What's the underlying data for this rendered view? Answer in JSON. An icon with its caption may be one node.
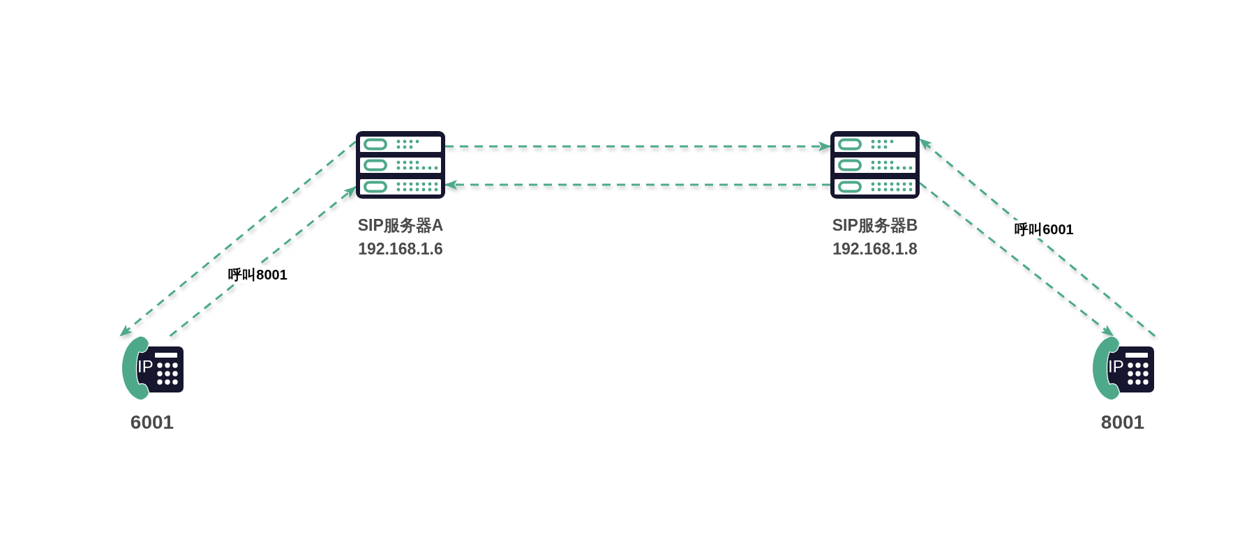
{
  "diagram": {
    "nodes": [
      {
        "text": [
          "SIP服务器A",
          "192.168.1.6"
        ]
      },
      {
        "text": [
          "SIP服务器B",
          "192.168.1.8"
        ]
      },
      {
        "text": [
          "6001"
        ]
      },
      {
        "text": [
          "8001"
        ]
      }
    ],
    "edges": [
      {
        "from": 0,
        "to": 2,
        "arrow": "to",
        "style": "dashed"
      },
      {
        "from": 2,
        "to": 0,
        "arrow": "to",
        "style": "dashed",
        "label": "呼叫8001"
      },
      {
        "from": 0,
        "to": 1,
        "arrow": "to",
        "style": "dashed"
      },
      {
        "from": 1,
        "to": 0,
        "arrow": "to",
        "style": "dashed"
      },
      {
        "from": 3,
        "to": 1,
        "arrow": "to",
        "style": "dashed",
        "label": "呼叫6001"
      },
      {
        "from": 1,
        "to": 3,
        "arrow": "to",
        "style": "dashed"
      }
    ],
    "labels": [
      "IP",
      "IP"
    ]
  }
}
